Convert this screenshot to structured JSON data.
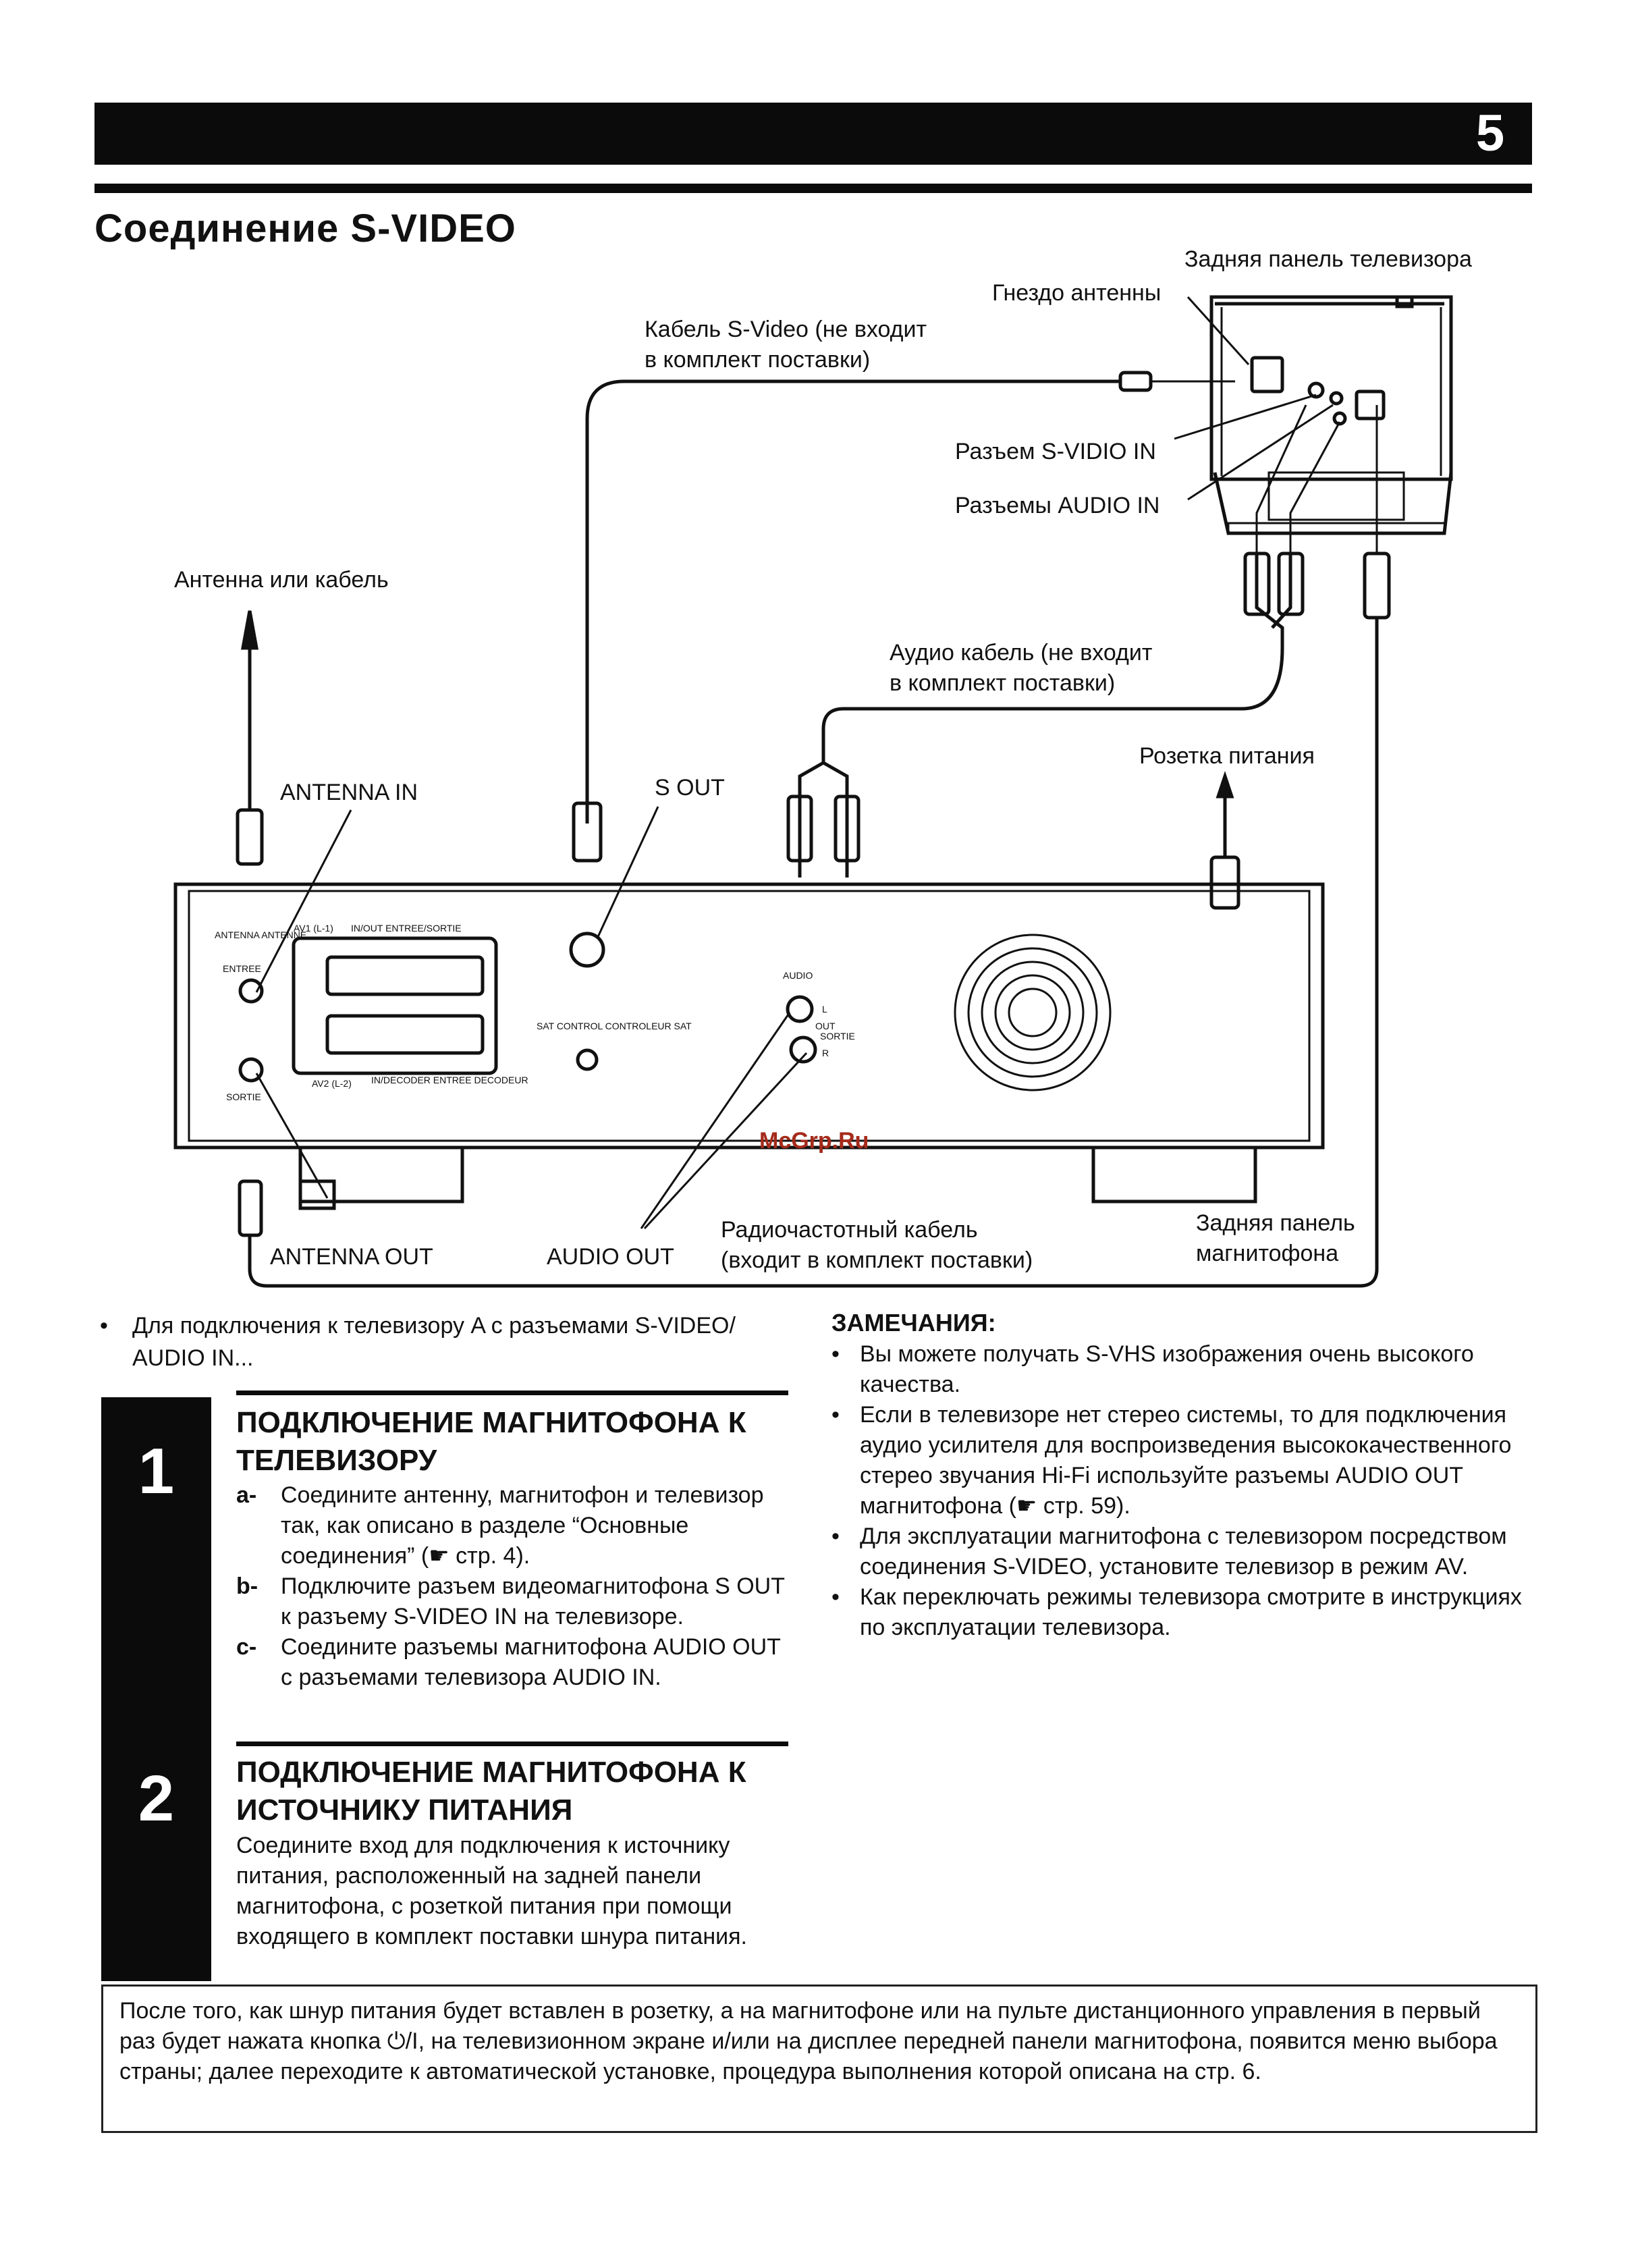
{
  "header": {
    "page_number": "5"
  },
  "title": "Соединение S-VIDEO",
  "diagram": {
    "labels": {
      "tv_back_panel": "Задняя панель телевизора",
      "antenna_socket": "Гнездо антенны",
      "svideo_cable": "Кабель S-Video (не входит\nв комплект поставки)",
      "svideo_in": "Разъем S-VIDIO IN",
      "audio_in": "Разъемы AUDIO IN",
      "antenna_or_cable": "Антенна или кабель",
      "audio_cable": "Аудио кабель (не входит\nв комплект поставки)",
      "power_outlet": "Розетка питания",
      "antenna_in": "ANTENNA IN",
      "s_out": "S OUT",
      "antenna_out": "ANTENNA OUT",
      "audio_out": "AUDIO OUT",
      "rf_cable": "Радиочастотный кабель\n(входит в комплект поставки)",
      "vcr_back_panel": "Задняя панель\nмагнитофона"
    },
    "vcr_panel": {
      "antenna_box": "ANTENNA\nANTENNE",
      "entree": "ENTREE",
      "sortie": "SORTIE",
      "av1": "AV1 (L-1)",
      "av1_io": "IN/OUT   ENTREE/SORTIE",
      "av2": "AV2 (L-2)",
      "av2_io": "IN/DECODER\nENTREE DECODEUR",
      "sat_control": "SAT CONTROL\nCONTROLEUR SAT",
      "audio_box": "AUDIO",
      "out_l": "L",
      "out_r": "R",
      "out_label": "OUT",
      "out_sortie": "SORTIE"
    },
    "watermark": "McGrp.Ru"
  },
  "intro_note": "Для подключения к телевизору A с разъемами S-VIDEO/ AUDIO IN...",
  "step1": {
    "number": "1",
    "title": "ПОДКЛЮЧЕНИЕ МАГНИТОФОНА К ТЕЛЕВИЗОРУ",
    "items": [
      {
        "key": "a-",
        "text": "Соедините антенну, магнитофон и телевизор так, как описано в разделе “Основные соединения” (☛ стр. 4)."
      },
      {
        "key": "b-",
        "text": "Подключите разъем видеомагнитофона S OUT к разъему S-VIDEO IN на телевизоре."
      },
      {
        "key": "c-",
        "text": "Соедините разъемы магнитофона AUDIO OUT с разъемами телевизора AUDIO IN."
      }
    ]
  },
  "step2": {
    "number": "2",
    "title": "ПОДКЛЮЧЕНИЕ МАГНИТОФОНА К ИСТОЧНИКУ ПИТАНИЯ",
    "text": "Соедините вход для подключения к источнику питания, расположенный на задней панели магнитофона, с розеткой питания при помощи входящего в комплект поставки шнура питания."
  },
  "notes": {
    "heading": "ЗАМЕЧАНИЯ:",
    "items": [
      "Вы можете получать S-VHS изображения очень высокого качества.",
      "Если в телевизоре нет стерео системы, то для подключения аудио усилителя для воспроизведения высококачественного стерео звучания Hi-Fi используйте разъемы AUDIO OUT магнитофона (☛ стр. 59).",
      "Для эксплуатации магнитофона с телевизором посредством соединения S-VIDEO, установите телевизор в режим AV.",
      "Как переключать режимы телевизора смотрите в инструкциях по эксплуатации телевизора."
    ]
  },
  "bottom_note": "После того, как шнур питания будет вставлен в розетку, а на магнитофоне или на пульте дистанционного управления в первый раз будет нажата кнопка ⏻/I, на телевизионном экране и/или на дисплее передней панели магнитофона, появится меню выбора страны; далее переходите к автоматической установке, процедура выполнения которой описана на стр. 6."
}
